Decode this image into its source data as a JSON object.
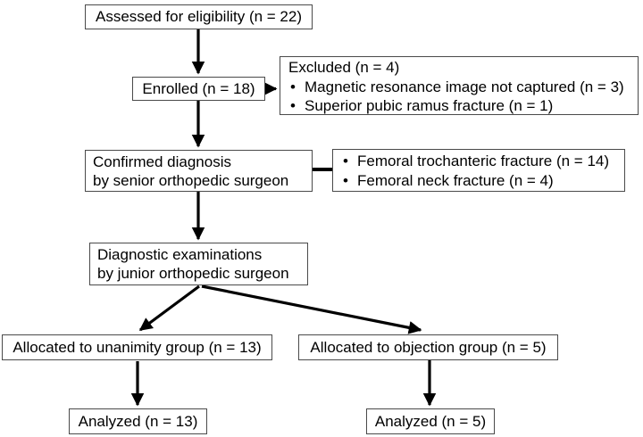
{
  "figure": {
    "background_color": "#ffffff",
    "line_color": "#000000",
    "box_border_color": "#4a4a4a",
    "text_color": "#000000",
    "bullet_glyph": "•"
  },
  "boxes": {
    "assessed": {
      "label": "Assessed for eligibility (n = 22)"
    },
    "enrolled": {
      "label": "Enrolled (n = 18)"
    },
    "excluded": {
      "title": "Excluded (n = 4)",
      "bullets": [
        "Magnetic resonance image not captured (n = 3)",
        "Superior pubic ramus fracture (n = 1)"
      ]
    },
    "confirmed": {
      "lines": [
        "Confirmed diagnosis",
        "by senior orthopedic surgeon"
      ]
    },
    "fracture_types": {
      "bullets": [
        "Femoral trochanteric fracture (n = 14)",
        "Femoral neck fracture (n = 4)"
      ]
    },
    "diagnostic": {
      "lines": [
        "Diagnostic examinations",
        "by junior orthopedic surgeon"
      ]
    },
    "unanimity": {
      "label": "Allocated to unanimity group (n = 13)"
    },
    "objection": {
      "label": "Allocated to objection group (n = 5)"
    },
    "analyzed_unanimity": {
      "label": "Analyzed (n = 13)"
    },
    "analyzed_objection": {
      "label": "Analyzed (n = 5)"
    }
  }
}
